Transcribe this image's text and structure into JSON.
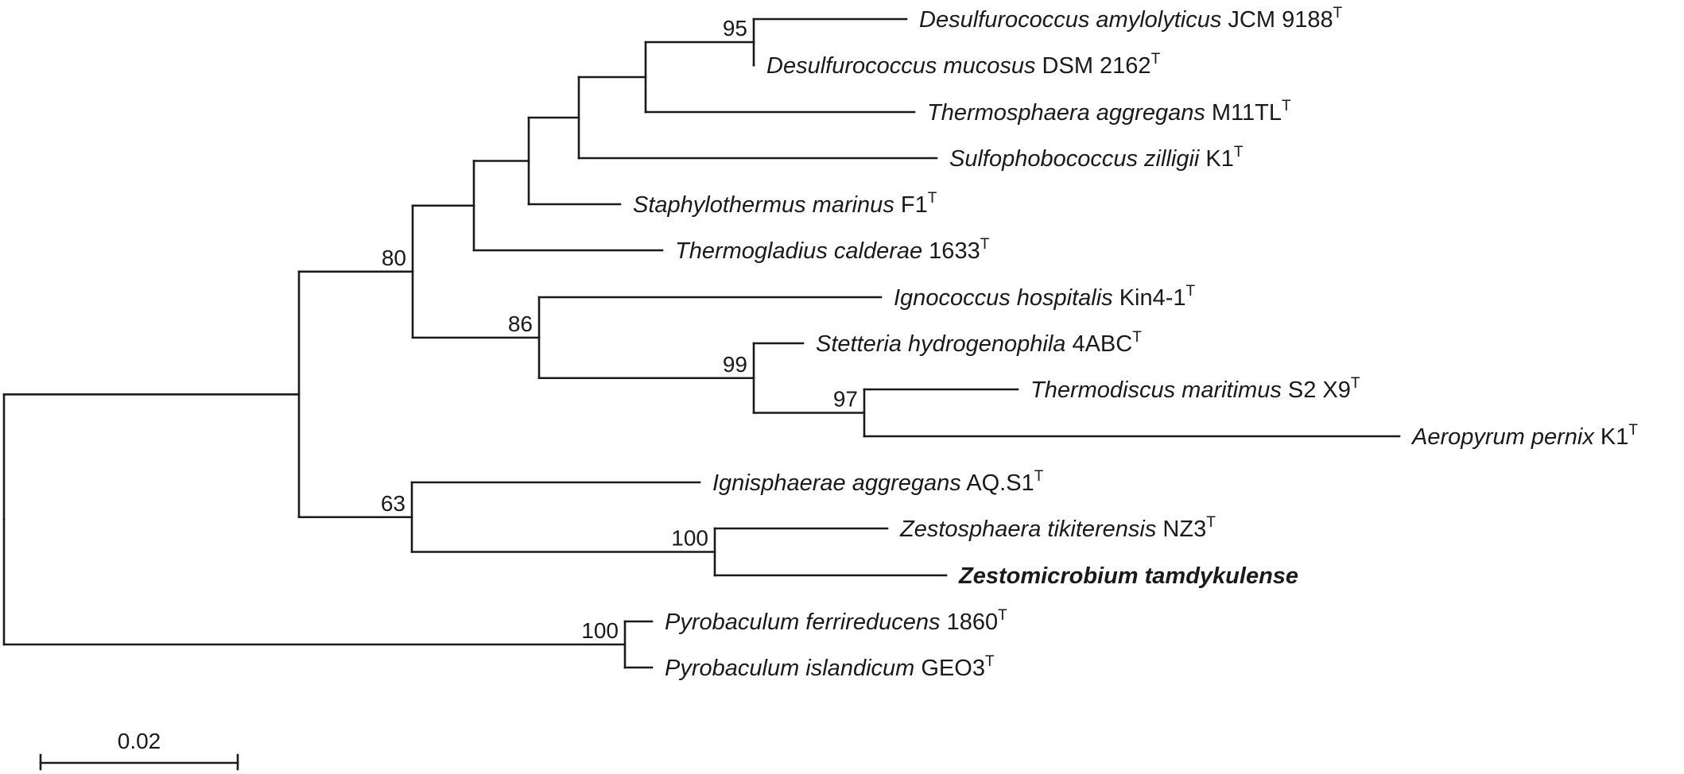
{
  "tree": {
    "taxa": [
      {
        "id": "t1",
        "genus": "Desulfurococcus amylolyticus",
        "strain": "JCM 9188",
        "type_strain": true
      },
      {
        "id": "t2",
        "genus": "Desulfurococcus mucosus",
        "strain": "DSM 2162",
        "type_strain": true
      },
      {
        "id": "t3",
        "genus": "Thermosphaera aggregans",
        "strain": "M11TL",
        "type_strain": true
      },
      {
        "id": "t4",
        "genus": "Sulfophobococcus zilligii",
        "strain": "K1",
        "type_strain": true
      },
      {
        "id": "t5",
        "genus": "Staphylothermus marinus",
        "strain": "F1",
        "type_strain": true
      },
      {
        "id": "t6",
        "genus": "Thermogladius calderae",
        "strain": "1633",
        "type_strain": true
      },
      {
        "id": "t7",
        "genus": "Ignococcus hospitalis",
        "strain": "Kin4-1",
        "type_strain": true
      },
      {
        "id": "t8",
        "genus": "Stetteria hydrogenophila",
        "strain": "4ABC",
        "type_strain": true
      },
      {
        "id": "t9",
        "genus": "Thermodiscus maritimus",
        "strain": "S2 X9",
        "type_strain": true
      },
      {
        "id": "t10",
        "genus": "Aeropyrum pernix",
        "strain": "K1",
        "type_strain": true
      },
      {
        "id": "t11",
        "genus": "Ignisphaerae aggregans",
        "strain": "AQ.S1",
        "type_strain": true
      },
      {
        "id": "t12",
        "genus": "Zestosphaera tikiterensis",
        "strain": "NZ3",
        "type_strain": true
      },
      {
        "id": "t13",
        "genus": "Zestomicrobium tamdykulense",
        "strain": "",
        "type_strain": false,
        "bold": true
      },
      {
        "id": "t14",
        "genus": "Pyrobaculum ferrireducens",
        "strain": "1860",
        "type_strain": true
      },
      {
        "id": "t15",
        "genus": "Pyrobaculum islandicum",
        "strain": "GEO3",
        "type_strain": true
      }
    ],
    "type_marker": "T",
    "bootstrap": [
      {
        "node": "n95",
        "value": "95"
      },
      {
        "node": "n80",
        "value": "80"
      },
      {
        "node": "n86",
        "value": "86"
      },
      {
        "node": "n99",
        "value": "99"
      },
      {
        "node": "n97",
        "value": "97"
      },
      {
        "node": "n63",
        "value": "63"
      },
      {
        "node": "n100a",
        "value": "100"
      },
      {
        "node": "n100b",
        "value": "100"
      }
    ],
    "scale_bar": {
      "length": 0.02,
      "label": "0.02"
    }
  }
}
